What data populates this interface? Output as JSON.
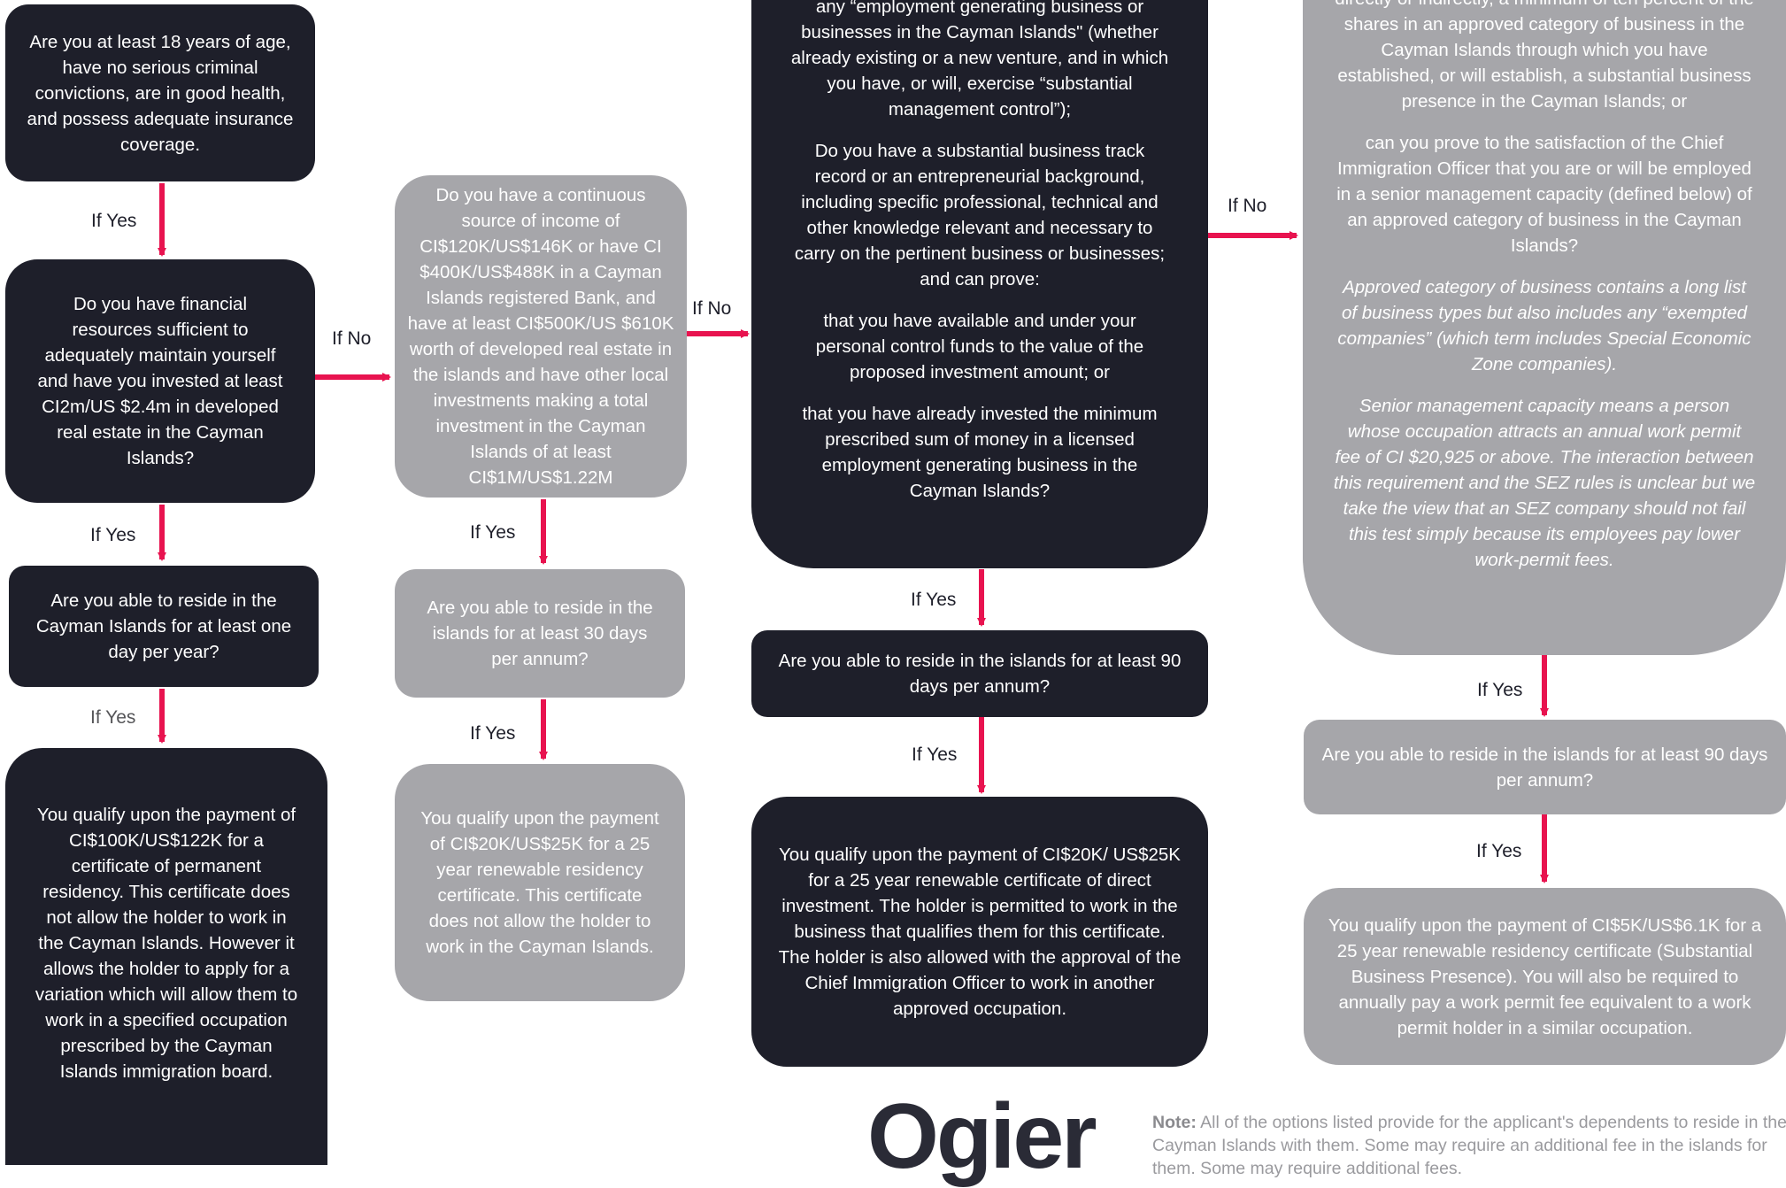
{
  "col1": {
    "box1": "Are you at least 18 years of age, have no serious criminal convictions, are in good health, and possess adequate insurance coverage.",
    "label1": "If Yes",
    "box2": "Do you have financial resources sufficient to adequately maintain yourself and have you invested at least CI2m/US $2.4m in developed real estate in the Cayman Islands?",
    "label2": "If Yes",
    "box3": "Are you able to reside in the Cayman Islands for at least one day per year?",
    "label3": "If Yes",
    "box4": "You qualify upon the payment of CI$100K/US$122K for a certificate of permanent residency. This certificate does not allow the holder to work in the Cayman Islands. However it allows the holder to apply for a variation which will allow them to work in a specified occupation prescribed by the Cayman Islands immigration board."
  },
  "col1_to_col2_label": "If No",
  "col2": {
    "box1": "Do you have a continuous source of income of CI$120K/US$146K or have CI $400K/US$488K in a Cayman Islands registered Bank, and have at least CI$500K/US $610K worth of developed real estate in the islands and have other local investments making a total investment in the Cayman Islands of at least CI$1M/US$1.22M",
    "label1": "If Yes",
    "box2": "Are you able to reside in the islands for at least 30 days per annum?",
    "label2": "If Yes",
    "box3": "You qualify upon the payment of CI$20K/US$25K for a 25 year renewable residency certificate. This certificate does not allow the holder to work in the Cayman Islands."
  },
  "col2_to_col3_label": "If No",
  "col3": {
    "box1_p1": "any “employment generating business or businesses in the Cayman Islands\" (whether already existing or a new venture, and in which you have, or will, exercise “substantial management control”);",
    "box1_p2": "Do you have a substantial business track record or an entrepreneurial background, including specific professional, technical and other knowledge relevant and necessary to carry on the pertinent business or businesses; and can prove:",
    "box1_p3": "that you have available and under your personal control funds to the value of the proposed investment amount; or",
    "box1_p4": "that you have already invested the minimum prescribed sum of money in a licensed employment generating business in the Cayman Islands?",
    "label1": "If Yes",
    "box2": "Are you able to reside in the islands for at least 90 days per annum?",
    "label2": "If Yes",
    "box3": "You qualify upon the payment of CI$20K/ US$25K for a 25 year renewable certificate of direct investment. The holder is permitted to work in the business that qualifies them for this certificate. The holder is also allowed with the approval of the Chief Immigration Officer to work in another approved occupation."
  },
  "col3_to_col4_label": "If No",
  "col4": {
    "box1_p1": "directly or indirectly, a minimum of ten percent of the shares in an approved category of business in the Cayman Islands through which you have established, or will establish, a substantial business presence in the Cayman Islands; or",
    "box1_p2": "can you prove to the satisfaction of the Chief Immigration Officer that you are or will be employed in a senior management capacity (defined below) of an approved category of business in the Cayman Islands?",
    "box1_p3": "Approved category of business contains a long list of business types but also includes any “exempted companies” (which term includes Special Economic Zone companies).",
    "box1_p4": "Senior management capacity means a person whose occupation attracts an annual work permit fee of CI $20,925 or above. The interaction between this requirement and the SEZ rules is unclear but we take the view that an SEZ company should not fail this test simply because its employees pay lower work-permit fees.",
    "label1": "If Yes",
    "box2": "Are you able to reside in the islands for at least 90 days per annum?",
    "label2": "If Yes",
    "box3": "You qualify upon the payment of CI$5K/US$6.1K for a 25 year renewable residency certificate (Substantial Business Presence). You will also be required to annually pay a work permit fee equivalent to a work permit holder in a similar occupation."
  },
  "logo": "Ogier",
  "note": {
    "label": "Note:",
    "line1": "All of the options listed provide for the applicant's dependents to reside in the",
    "line2": "Cayman Islands with them. Some may require an additional fee in the islands for",
    "line3": "them. Some may require additional fees."
  },
  "colors": {
    "dark": "#1e1f2a",
    "grey": "#a6a6aa",
    "arrow": "#e8134f"
  }
}
